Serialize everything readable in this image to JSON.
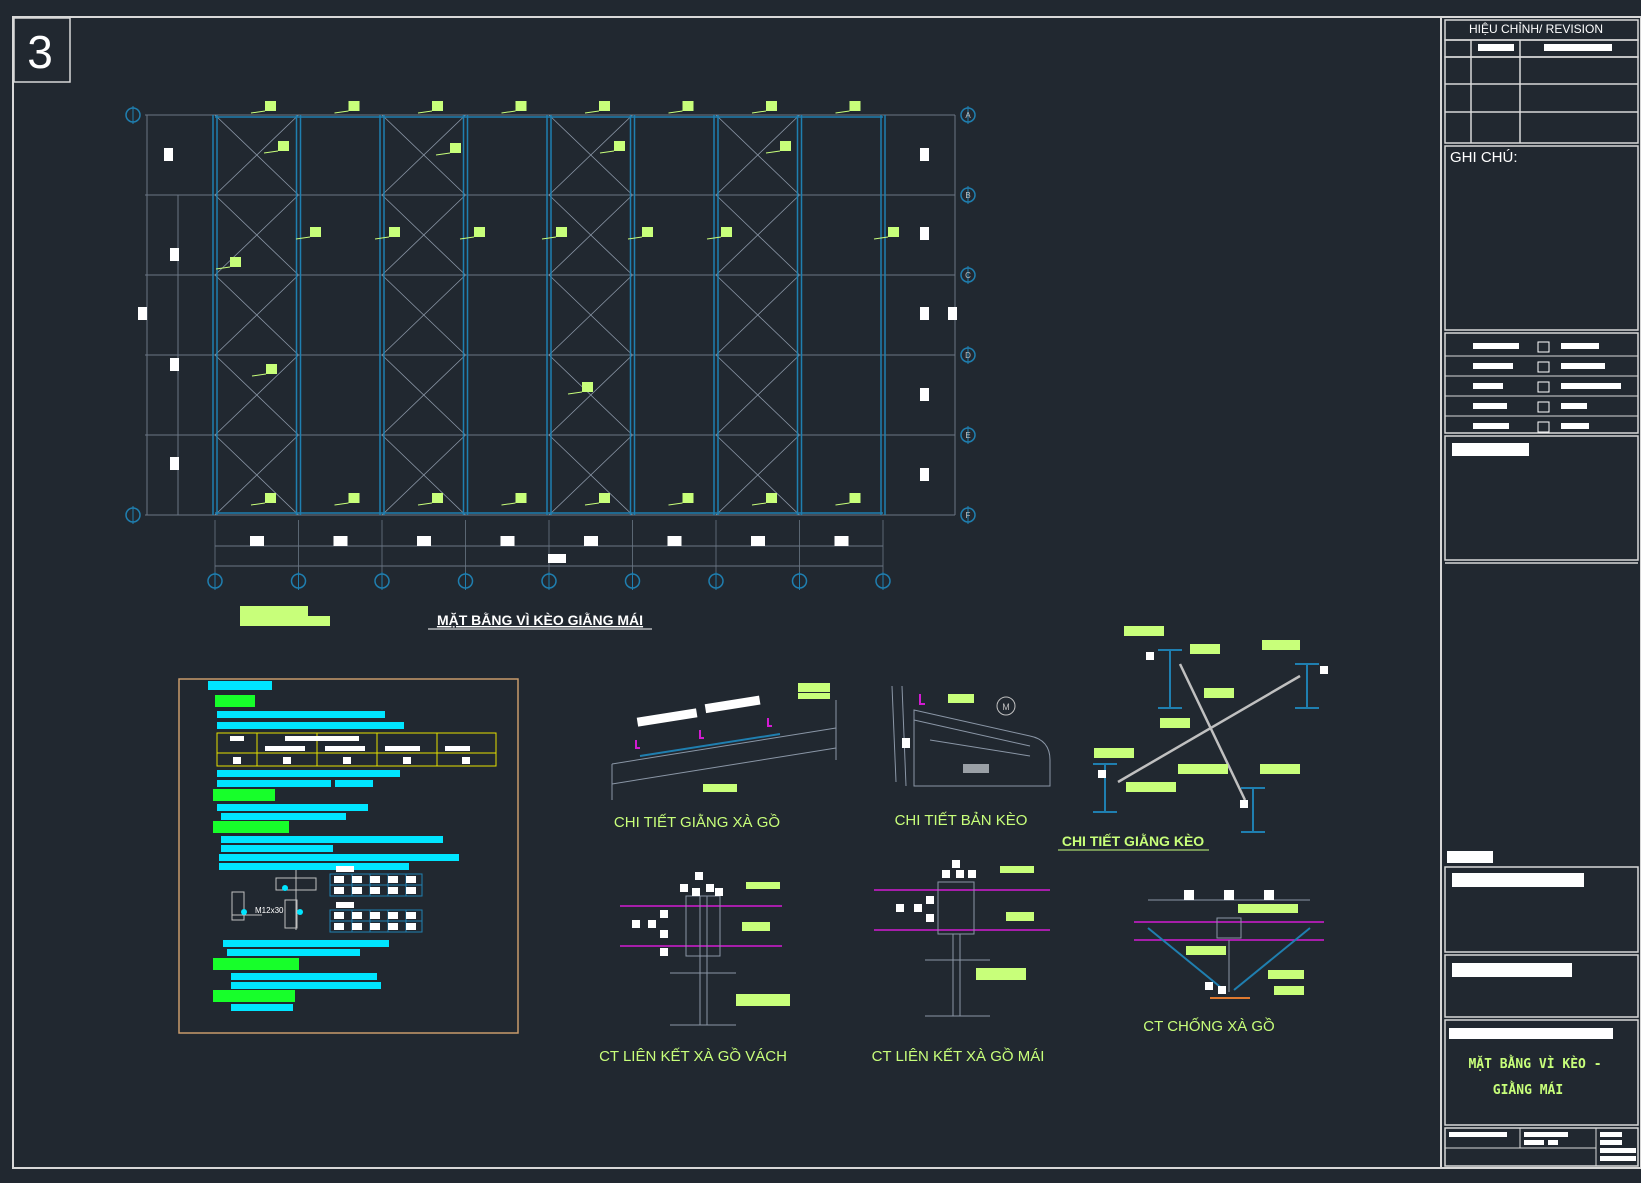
{
  "sheet": {
    "number": "3",
    "colors": {
      "background": "#212830",
      "frame": "#d8d8d8",
      "grid": "#6a7685",
      "truss": "#1f7fb0",
      "brace": "#8a96a6",
      "tag": "#c8ff7a",
      "title": "#ffffff",
      "detail_text": "#c8ff7a",
      "cyan_bar": "#00e5ff",
      "green_bar": "#17ff2a",
      "magenta": "#d21bd2",
      "table_border": "#e5e000",
      "legend_border": "#c89a6a",
      "revision_title": "#ffffff"
    }
  },
  "main_plan": {
    "title": "MẶT BẰNG VÌ KÈO GIẰNG MÁI",
    "row_axes": [
      "A",
      "B",
      "C",
      "D",
      "E",
      "F"
    ]
  },
  "details": {
    "purlin_brace": "CHI TIẾT GIẰNG XÀ GỒ",
    "haunch": "CHI TIẾT BẢN KÈO",
    "haunch_mark": "M",
    "truss_brace": "CHI TIẾT GIẰNG KÈO",
    "wall_purlin": "CT LIÊN KẾT XÀ GỒ VÁCH",
    "roof_purlin": "CT LIÊN KẾT XÀ GỒ MÁI",
    "purlin_strut": "CT CHỐNG XÀ GỒ"
  },
  "legend": {
    "bolt_label": "M12x30"
  },
  "title_block": {
    "revision_header": "HIỆU CHỈNH/ REVISION",
    "notes_header": "GHI CHÚ:",
    "drawing_title_line1": "MẶT BẰNG VÌ KÈO -",
    "drawing_title_line2": "GIẰNG MÁI"
  }
}
